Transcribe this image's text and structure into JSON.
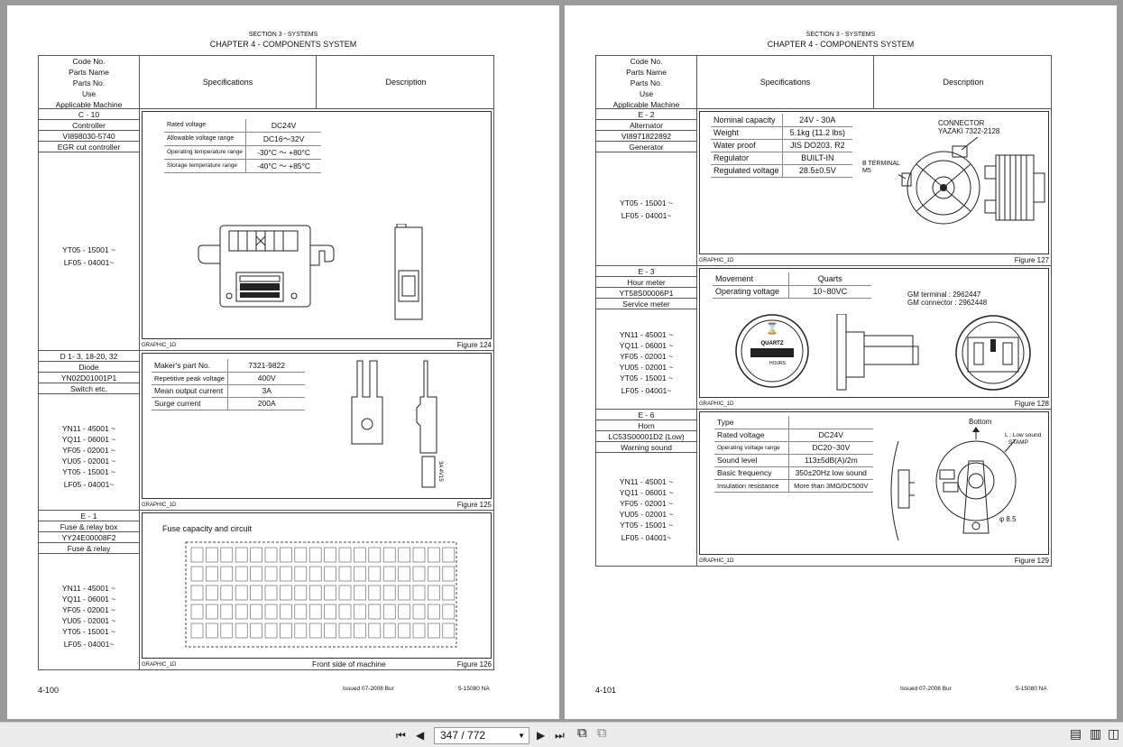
{
  "header": {
    "section": "SECTION 3 - SYSTEMS",
    "chapter": "CHAPTER 4 - COMPONENTS SYSTEM"
  },
  "table_header": {
    "code_lines": [
      "Code No.",
      "Parts Name",
      "Parts No.",
      "Use",
      "Applicable Machine"
    ],
    "specifications": "Specifications",
    "description": "Description"
  },
  "left_page": {
    "rows": [
      {
        "cells": [
          "C - 10",
          "Controller",
          "VI898030-5740",
          "EGR cut controller"
        ],
        "models": [
          "YT05 - 15001 ~",
          "LF05 - 04001~"
        ],
        "specs": [
          [
            "Rated voltage",
            "DC24V"
          ],
          [
            "Allowable voltage range",
            "DC16～32V"
          ],
          [
            "Operating temperature range",
            "-30°C ～ +80°C"
          ],
          [
            "Storage temperature range",
            "-40°C ～ +85°C"
          ]
        ],
        "graphic": "GRAPHIC_1D",
        "figure": "Figure 124"
      },
      {
        "cells": [
          "D 1- 3, 18-20, 32",
          "Diode",
          "YN02D01001P1",
          "Switch etc."
        ],
        "models": [
          "YN11 - 45001 ~",
          "YQ11 - 06001 ~",
          "YF05 - 02001 ~",
          "YU05 - 02001 ~",
          "YT05 - 15001 ~",
          "LF05 - 04001~"
        ],
        "specs": [
          [
            "Maker's part No.",
            "7321-9822"
          ],
          [
            "Repetitive peak voltage",
            "400V"
          ],
          [
            "Mean output current",
            "3A"
          ],
          [
            "Surge current",
            "200A"
          ]
        ],
        "graphic": "GRAPHIC_1D",
        "figure": "Figure 125"
      },
      {
        "cells": [
          "E - 1",
          "Fuse & relay box",
          "YY24E00008F2",
          "Fuse & relay"
        ],
        "models": [
          "YN11 - 45001 ~",
          "YQ11 - 06001 ~",
          "YF05 - 02001 ~",
          "YU05 - 02001 ~",
          "YT05 - 15001 ~",
          "LF05 - 04001~"
        ],
        "fuse_title": "Fuse capacity and circuit",
        "fuse_caption": "Front side of machine",
        "graphic": "GRAPHIC_1D",
        "figure": "Figure 126"
      }
    ],
    "page_number": "4-100",
    "issued": "Issued 07-2008    Bur",
    "doc_no": "5-15080 NA"
  },
  "right_page": {
    "rows": [
      {
        "cells": [
          "E - 2",
          "Alternator",
          "VI8971822892",
          "Generator"
        ],
        "models": [
          "YT05 - 15001 ~",
          "LF05 - 04001~"
        ],
        "specs": [
          [
            "Nominal capacity",
            "24V - 30A"
          ],
          [
            "Weight",
            "5.1kg (11.2 lbs)"
          ],
          [
            "Water proof",
            "JIS DO203. R2"
          ],
          [
            "Regulator",
            "BUILT-IN"
          ],
          [
            "Regulated voltage",
            "28.5±0.5V"
          ]
        ],
        "connector_label": "CONNECTOR",
        "connector_part": "YAZAKI 7322-2128",
        "terminal_label": "B TERMINAL",
        "terminal_size": "M5",
        "graphic": "GRAPHIC_1D",
        "figure": "Figure 127"
      },
      {
        "cells": [
          "E - 3",
          "Hour meter",
          "YT58S00006P1",
          "Service meter"
        ],
        "models": [
          "YN11 - 45001 ~",
          "YQ11 - 06001 ~",
          "YF05 - 02001 ~",
          "YU05 - 02001 ~",
          "YT05 - 15001 ~",
          "LF05 - 04001~"
        ],
        "specs": [
          [
            "Movement",
            "Quarts"
          ],
          [
            "Operating voltage",
            "10~80VC"
          ]
        ],
        "gm_terminal": "GM terminal : 2962447",
        "gm_connector": "GM connector : 2962448",
        "meter_brand": "QUARTZ",
        "meter_unit": "HOURS",
        "graphic": "GRAPHIC_1D",
        "figure": "Figure 128"
      },
      {
        "cells": [
          "E - 6",
          "Horn",
          "LC53S00001D2 (Low)",
          "Warning sound"
        ],
        "models": [
          "YN11 - 45001 ~",
          "YQ11 - 06001 ~",
          "YF05 - 02001 ~",
          "YU05 - 02001 ~",
          "YT05 - 15001 ~",
          "LF05 - 04001~"
        ],
        "specs": [
          [
            "Type",
            ""
          ],
          [
            "Rated voltage",
            "DC24V"
          ],
          [
            "Operating voltage range",
            "DC20~30V"
          ],
          [
            "Sound level",
            "113±5dB(A)/2m"
          ],
          [
            "Basic frequency",
            "350±20Hz low sound"
          ],
          [
            "Insulation resistance",
            "More than 3MΩ/DC500V"
          ]
        ],
        "bottom_label": "Bottom",
        "stamp_label_1": "L : Low sound",
        "stamp_label_2": "STAMP",
        "dia_label": "φ 8.5",
        "graphic": "GRAPHIC_1D",
        "figure": "Figure 129"
      }
    ],
    "page_number": "4-101",
    "issued": "Issued 07-2008    Bur",
    "doc_no": "5-15080 NA"
  },
  "toolbar": {
    "page_indicator": "347 / 772"
  },
  "colors": {
    "viewer_bg": "#9a9a9a",
    "toolbar_bg": "#ececec",
    "page_bg": "#ffffff",
    "line": "#333333"
  }
}
